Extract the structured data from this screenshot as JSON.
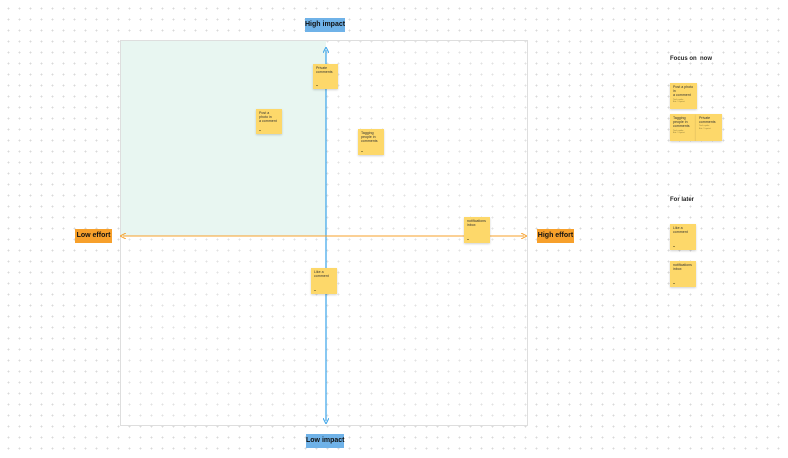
{
  "axes": {
    "top_label": "High impact",
    "bottom_label": "Low impact",
    "left_label": "Low effort",
    "right_label": "High effort",
    "vertical_color": "#3aa3e8",
    "horizontal_color": "#f7a02b",
    "top_label_bg": "#6fb2e8",
    "left_label_bg": "#f7a02b",
    "highlight_quadrant_color": "#e8f6f1"
  },
  "board_notes": [
    {
      "text": "Private\ncomments"
    },
    {
      "text": "Post a photo in\na comment"
    },
    {
      "text": "Tagging\npeople in\ncomments"
    },
    {
      "text": "notifications\ninbox"
    },
    {
      "text": "Like a\ncomment"
    }
  ],
  "focus_section": {
    "title": "Focus on  now",
    "notes": [
      {
        "text": "Post a photo in\na comment",
        "meta": "Tech spike\nEst: 1 sprint"
      },
      {
        "text": "Tagging\npeople in\ncomments",
        "meta": "Tech spike\nEst: 1 sprint"
      },
      {
        "text": "Private\ncomments",
        "meta": "Tech spike\nEst: 1 sprint"
      }
    ]
  },
  "later_section": {
    "title": "For later",
    "notes": [
      {
        "text": "Like a\ncomment"
      },
      {
        "text": "notifications\ninbox"
      }
    ]
  },
  "note_color": "#fdd86a"
}
